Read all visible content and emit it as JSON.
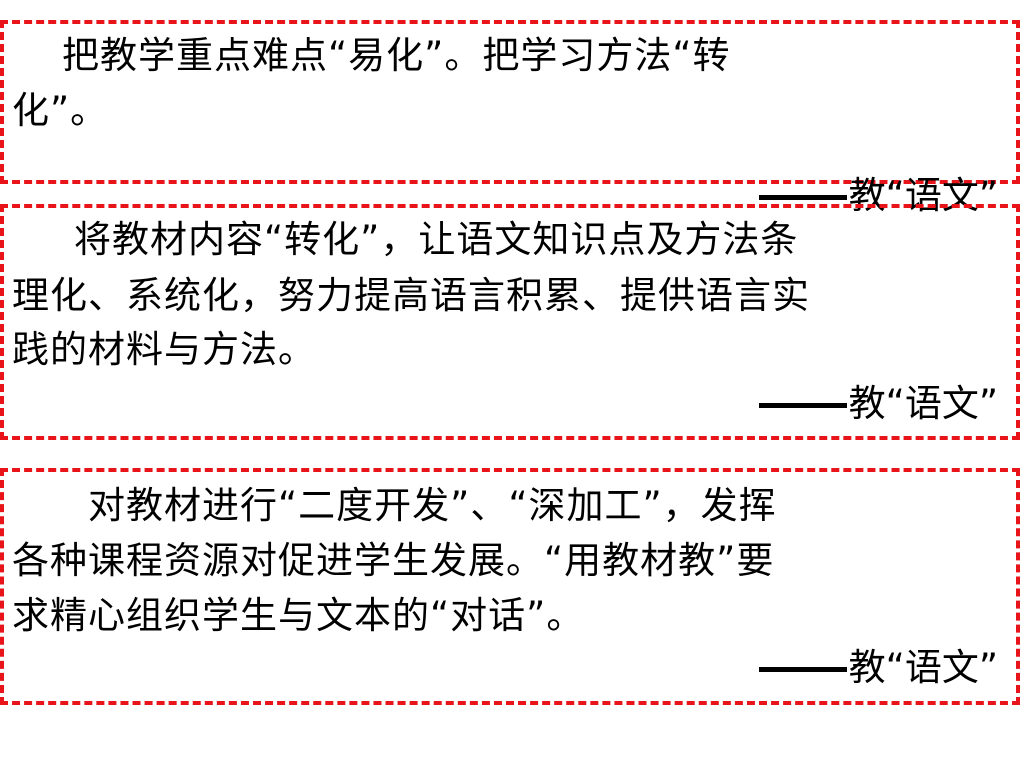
{
  "blocks": [
    {
      "lines": [
        "　把教学重点难点“易化”。把学习方法“转",
        "化”。"
      ],
      "attribution": "教“语文”"
    },
    {
      "lines": [
        "　将教材内容“转化”，让语文知识点及方法条",
        "理化、系统化，努力提高语言积累、提供语言实",
        "践的材料与方法。"
      ],
      "attribution": "教“语文”"
    },
    {
      "lines": [
        "　　对教材进行“二度开发”、“深加工”，发挥",
        "各种课程资源对促进学生发展。“用教材教”要",
        "求精心组织学生与文本的“对话”。"
      ],
      "attribution": "教“语文”"
    }
  ],
  "colors": {
    "border": "#e8141a",
    "text": "#000000"
  }
}
